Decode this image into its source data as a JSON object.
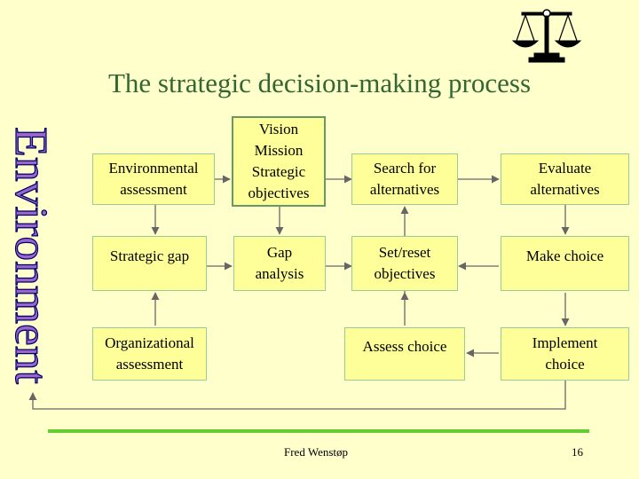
{
  "slide": {
    "title": "The strategic decision-making process",
    "side_label": "Environment",
    "author": "Fred Wenstøp",
    "page_number": "16"
  },
  "boxes": {
    "environmental_assessment": "Environmental\nassessment",
    "vision": "Vision\nMission\nStrategic\nobjectives",
    "search_alternatives": "Search for\nalternatives",
    "evaluate_alternatives": "Evaluate\nalternatives",
    "strategic_gap": "Strategic gap",
    "gap_analysis": "Gap\nanalysis",
    "set_reset_objectives": "Set/reset\nobjectives",
    "make_choice": "Make choice",
    "organizational_assessment": "Organizational\nassessment",
    "assess_choice": "Assess choice",
    "implement_choice": "Implement\nchoice"
  },
  "colors": {
    "background": "#ffffcc",
    "box_fill": "#ffff99",
    "box_border": "#99cc99",
    "title": "#336633",
    "accent_green": "#66cc33",
    "connector": "#666666"
  },
  "icons": [
    "scales-of-justice-icon"
  ]
}
